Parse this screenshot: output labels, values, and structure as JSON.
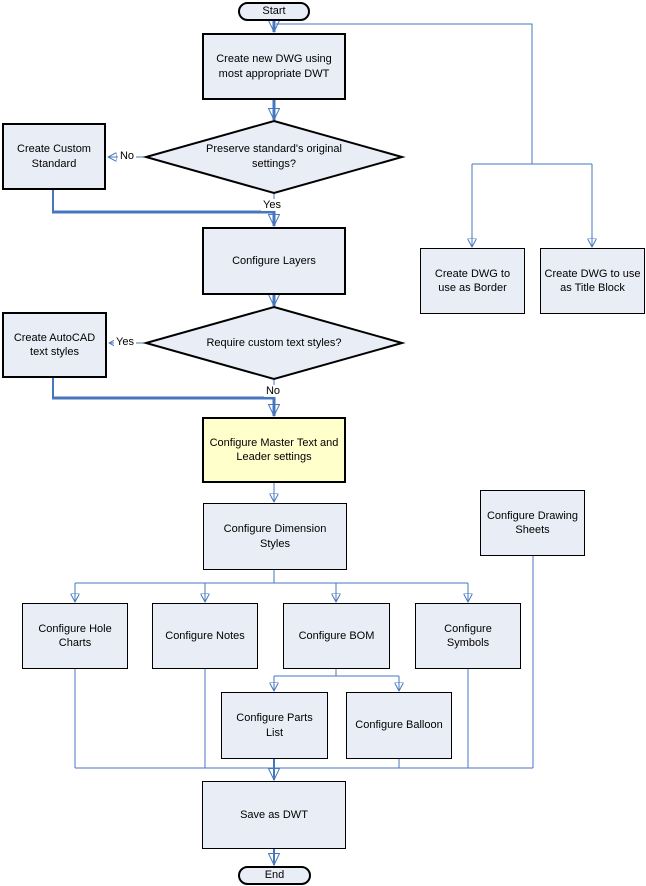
{
  "diagram": {
    "type": "flowchart",
    "topic": "AutoCAD DWT template creation workflow",
    "colors": {
      "node_fill": "#E9EDF6",
      "highlight_fill": "#FFFFCC",
      "connector": "#4677BE",
      "node_border": "#000000"
    },
    "nodes": {
      "start": "Start",
      "create_new_dwg": "Create new DWG using most appropriate DWT",
      "preserve_standards": "Preserve standard's original  settings?",
      "create_custom_standard": "Create Custom Standard",
      "configure_layers": "Configure Layers",
      "require_custom_text": "Require custom  text styles?",
      "create_autocad_text_styles": "Create AutoCAD text styles",
      "configure_master_text": "Configure Master Text and Leader settings",
      "configure_dimension_styles": "Configure Dimension Styles",
      "create_dwg_border": "Create DWG to use as Border",
      "create_dwg_title_block": "Create DWG to use as Title Block",
      "configure_drawing_sheets": "Configure Drawing Sheets",
      "configure_hole_charts": "Configure Hole Charts",
      "configure_notes": "Configure Notes",
      "configure_bom": "Configure BOM",
      "configure_symbols": "Configure Symbols",
      "configure_parts_list": "Configure Parts List",
      "configure_balloon": "Configure Balloon",
      "save_as_dwt": "Save as DWT",
      "end": "End"
    },
    "edge_labels": {
      "decision1_no": "No",
      "decision1_yes": "Yes",
      "decision2_yes": "Yes",
      "decision2_no": "No"
    }
  }
}
